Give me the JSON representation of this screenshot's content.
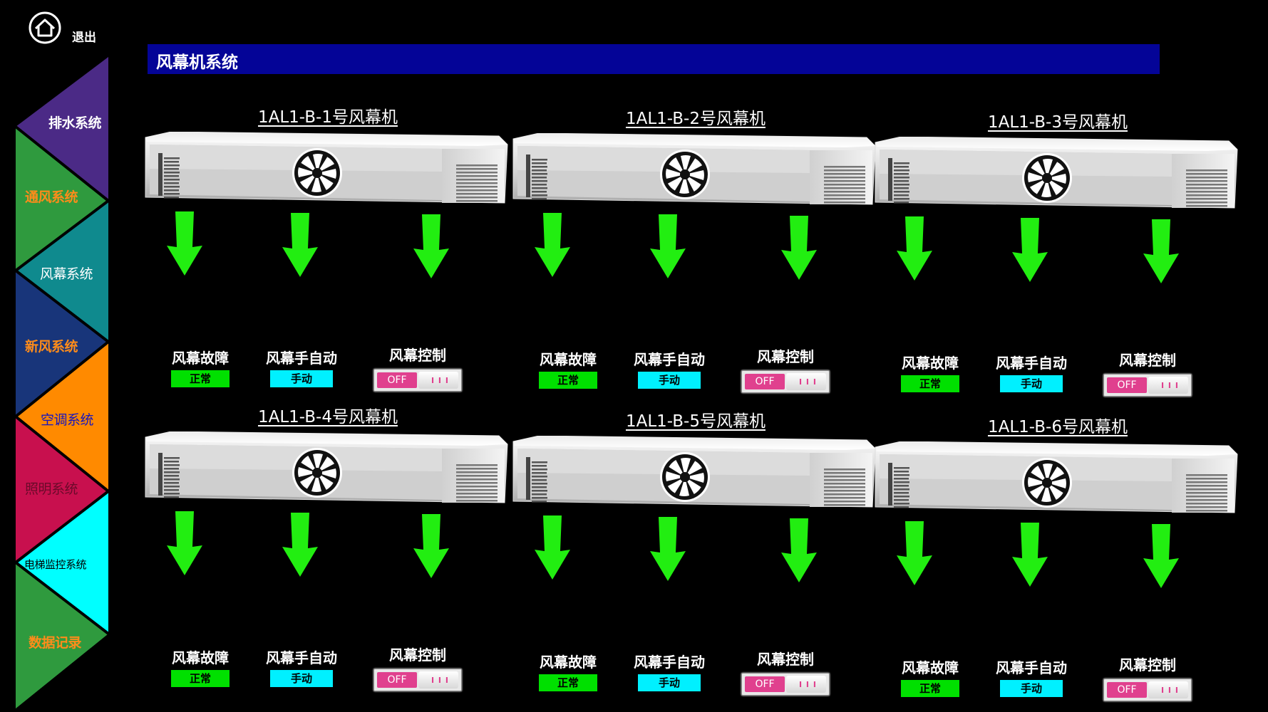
{
  "header": {
    "exit_label": "退出"
  },
  "page": {
    "title": "风幕机系统"
  },
  "sidebar": {
    "items": [
      {
        "label": "排水系统",
        "color": "#ffffff",
        "bg": "#4b2a86"
      },
      {
        "label": "通风系统",
        "color": "#ff8c1a",
        "bg": "#2f9a3e"
      },
      {
        "label": "风幕系统",
        "color": "#ffffff",
        "bg": "#0f8a8e"
      },
      {
        "label": "新风系统",
        "color": "#ff8c1a",
        "bg": "#18357a"
      },
      {
        "label": "空调系统",
        "color": "#1515c0",
        "bg": "#ff8a00"
      },
      {
        "label": "照明系统",
        "color": "#6a0a2a",
        "bg": "#c8104e"
      },
      {
        "label": "电梯监控系统",
        "color": "#000000",
        "bg": "#00ffff"
      },
      {
        "label": "数据记录",
        "color": "#ff8c1a",
        "bg": "#2f9a3e"
      }
    ]
  },
  "units": [
    {
      "title": "1AL1-B-1号风幕机",
      "fault_label": "风幕故障",
      "fault_status": "正常",
      "mode_label": "风幕手自动",
      "mode_status": "手动",
      "control_label": "风幕控制",
      "control_state": "OFF"
    },
    {
      "title": "1AL1-B-2号风幕机",
      "fault_label": "风幕故障",
      "fault_status": "正常",
      "mode_label": "风幕手自动",
      "mode_status": "手动",
      "control_label": "风幕控制",
      "control_state": "OFF"
    },
    {
      "title": "1AL1-B-3号风幕机",
      "fault_label": "风幕故障",
      "fault_status": "正常",
      "mode_label": "风幕手自动",
      "mode_status": "手动",
      "control_label": "风幕控制",
      "control_state": "OFF"
    },
    {
      "title": "1AL1-B-4号风幕机",
      "fault_label": "风幕故障",
      "fault_status": "正常",
      "mode_label": "风幕手自动",
      "mode_status": "手动",
      "control_label": "风幕控制",
      "control_state": "OFF"
    },
    {
      "title": "1AL1-B-5号风幕机",
      "fault_label": "风幕故障",
      "fault_status": "正常",
      "mode_label": "风幕手自动",
      "mode_status": "手动",
      "control_label": "风幕控制",
      "control_state": "OFF"
    },
    {
      "title": "1AL1-B-6号风幕机",
      "fault_label": "风幕故障",
      "fault_status": "正常",
      "mode_label": "风幕手自动",
      "mode_status": "手动",
      "control_label": "风幕控制",
      "control_state": "OFF"
    }
  ],
  "colors": {
    "arrow": "#22ee11",
    "status_ok": "#00e000",
    "manual": "#00f0ff",
    "toggle_off": "#e0408e"
  }
}
